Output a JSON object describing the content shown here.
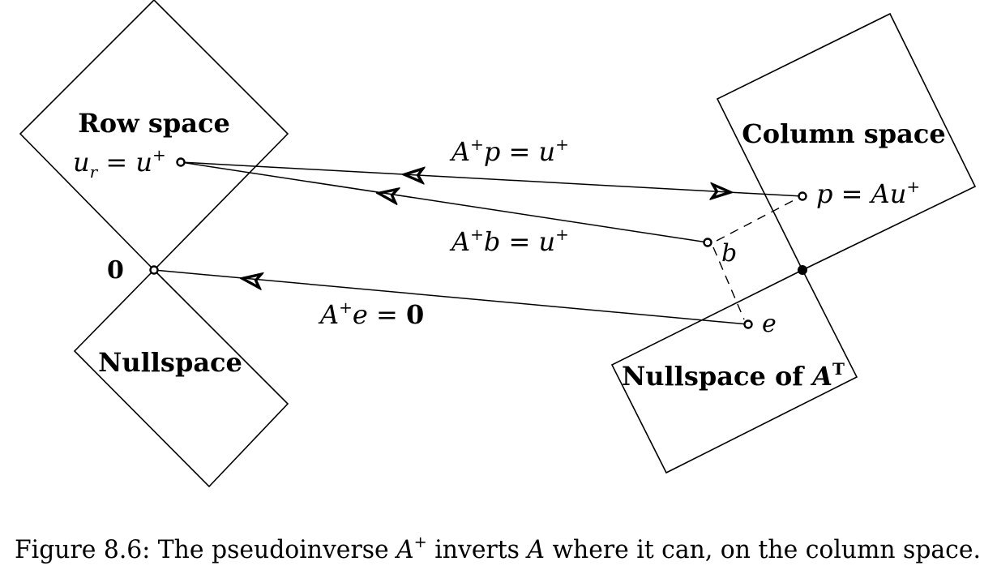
{
  "regions": {
    "row_space": "Row space",
    "nullspace": "Nullspace",
    "column_space": "Column space",
    "left_nullspace": {
      "text": "Nullspace of ",
      "matrix": "A",
      "sup": "T"
    }
  },
  "points": {
    "zero": "0",
    "ur_left": "u",
    "ur_sub": "r",
    "ur_right": " = u",
    "ur_sup": "+",
    "p_left": "p = Au",
    "p_sup": "+",
    "b": "b",
    "e": "e"
  },
  "mappings": {
    "m1": {
      "a": "A",
      "a_sup": "+",
      "rest": "p = u",
      "rest_sup": "+"
    },
    "m2": {
      "a": "A",
      "a_sup": "+",
      "rest": "b = u",
      "rest_sup": "+"
    },
    "m3": {
      "a": "A",
      "a_sup": "+",
      "rest": "e = ",
      "bold": "0"
    }
  },
  "caption": {
    "lead": "Figure 8.6: The pseudoinverse ",
    "a": "A",
    "a_sup": "+",
    "middle": " inverts ",
    "a2": "A",
    "tail": " where it can, on the column space."
  }
}
